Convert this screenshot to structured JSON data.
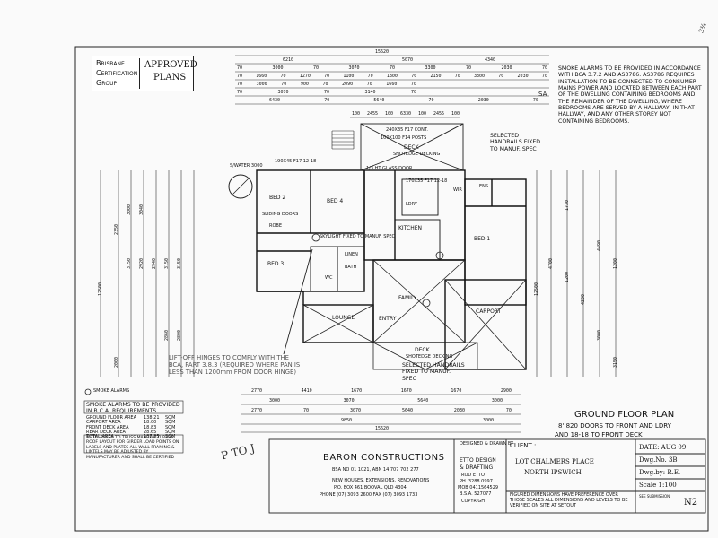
{
  "approval_stamp": {
    "brand_letters": [
      "B",
      "C",
      "G"
    ],
    "brand_words": [
      "RISBANE",
      "ERTIFICATION",
      "ROUP"
    ],
    "title_line1": "APPROVED",
    "title_line2": "PLANS"
  },
  "top_dimensions": {
    "overall": "15620",
    "row1": [
      "6210",
      "5070",
      "4340"
    ],
    "row2": [
      "70",
      "3000",
      "70",
      "3070",
      "70",
      "3300",
      "70",
      "2030",
      "70"
    ],
    "row3": [
      "70",
      "1660",
      "70",
      "1270",
      "70",
      "1100",
      "70",
      "1800",
      "70",
      "2150",
      "70",
      "3300",
      "70",
      "2030",
      "70"
    ],
    "row4": [
      "70",
      "3000",
      "70",
      "900",
      "70",
      "2090",
      "70",
      "1660",
      "70"
    ],
    "row5": [
      "70",
      "3070",
      "70",
      "3140",
      "70"
    ],
    "row6": [
      "6430",
      "70",
      "5640",
      "70",
      "2030",
      "70"
    ],
    "row7": [
      "100",
      "2455",
      "100",
      "6330",
      "100",
      "2455",
      "100"
    ]
  },
  "smoke_note": "SMOKE ALARMS TO BE PROVIDED IN ACCORDANCE WITH BCA 3.7.2 AND AS3786. AS3786 REQUIRES INSTALLATION TO BE CONNECTED TO CONSUMER MAINS POWER AND LOCATED BETWEEN EACH PART OF THE DWELLING CONTAINING BEDROOMS AND THE REMAINDER OF THE DWELLING, WHERE BEDROOMS ARE SERVED BY A HALLWAY, IN THAT HALLWAY, AND ANY OTHER STOREY NOT CONTAINING BEDROOMS.",
  "smoke_symbol": "SA",
  "plan_labels": {
    "deck_top": "DECK",
    "deck_top_sub": "SHOTEDGE DECKING",
    "posts_top": "240X35 F17 CONT.",
    "posts_top2": "100X100 F14 POSTS",
    "handrails_top": "SELECTED HANDRAILS FIXED TO MANUF. SPEC",
    "bed2": "BED 2",
    "bed4": "BED 4",
    "bed3": "BED 3",
    "bed1": "BED 1",
    "kitchen": "KITCHEN",
    "family": "FAMILY",
    "lounge": "LOUNGE",
    "entry": "ENTRY",
    "carport": "CARPORT",
    "deck_bottom": "DECK",
    "deck_bottom_sub": "SHOTEDGE DECKING",
    "handrails_bottom": "SELECTED HANDRAILS FIXED TO MANUF. SPEC",
    "wir": "WIR",
    "ens": "ENS",
    "wc": "WC",
    "bath": "BATH",
    "ldry": "LDRY",
    "linen": "LINEN",
    "robe": "ROBE",
    "sliding_robe": "SLIDING DOORS",
    "water_tank": "S/WATER 3000",
    "skylight": "SKYLIGHT FIXED TO MANUF. SPEC",
    "beam1": "190X45 F17 12-18",
    "beam2": "170X35 F17 12-18",
    "glass": "1/3 HT GLASS DOOR"
  },
  "lift_off_note": "LIFT-OFF HINGES TO COMPLY WITH THE BCA, PART 3.8.3 (REQUIRED WHERE PAN IS LESS THAN 1200mm FROM DOOR HINGE)",
  "left_dimensions": {
    "overall": "12500",
    "cols": [
      "2350",
      "3150",
      "2920",
      "2940",
      "3150",
      "3150"
    ],
    "col_b": [
      "2000",
      "3000",
      "3040",
      "2860",
      "2800"
    ]
  },
  "right_dimensions": {
    "cols": [
      "12500",
      "4700",
      "1200",
      "4200",
      "3000"
    ],
    "col_b": [
      "1730",
      "4490",
      "1200",
      "3150"
    ]
  },
  "bottom_dimensions": {
    "row1": [
      "2770",
      "4410",
      "1670",
      "1670",
      "1670",
      "2900"
    ],
    "row2": [
      "3000",
      "3070",
      "5640",
      "3000"
    ],
    "row3": [
      "2770",
      "70",
      "3070",
      "5640",
      "2030",
      "70"
    ],
    "row4": [
      "9850",
      "3000"
    ],
    "overall": "15620"
  },
  "smoke_legend": "SMOKE ALARMS",
  "area_table": {
    "header": "SMOKE ALARMS TO BE PROVIDED IN B.C.A. REQUIREMENTS",
    "rows": [
      {
        "label": "GROUND FLOOR AREA",
        "value": "138.21",
        "unit": "SQM"
      },
      {
        "label": "CARPORT AREA",
        "value": "18.00",
        "unit": "SQM"
      },
      {
        "label": "FRONT DECK AREA",
        "value": "18.83",
        "unit": "SQM"
      },
      {
        "label": "REAR DECK AREA",
        "value": "28.65",
        "unit": "SQM"
      },
      {
        "label": "TOTAL AREA",
        "value": "187.85",
        "unit": "SQM"
      }
    ],
    "note": "NOTE: REFER TO TRUSS MANUFACTURERS ROOF LAYOUT FOR GIRDER LOAD POINTS ON LABELS AND PLATES ALL WALL FRAMING & LINTELS MAY BE ADJUSTED BY MANUFACTURER AND SHALL BE CERTIFIED"
  },
  "plan_title": {
    "title": "GROUND FLOOR PLAN",
    "sub1": "8' 820 DOORS TO FRONT AND LDRY",
    "sub2": "AND 18-18 TO FRONT DECK"
  },
  "handwritten": "P TO J",
  "corner_mark": "3¾",
  "title_block": {
    "company": "BARON CONSTRUCTIONS",
    "bsa": "BSA NO 01 1021, ABN 14 707 702 277",
    "services": "NEW HOUSES, EXTENSIONS, RENOVATIONS",
    "po": "P.O. BOX 461 BOOVAL QLD 4304",
    "phone": "PHONE (07) 3093 2600  FAX (07) 3093 1733",
    "designed_by": "DESIGNED & DRAWN BY",
    "etto1": "ETTO DESIGN",
    "etto2": "& DRAFTING",
    "etto3": "ROD ETTO",
    "etto_ph": "PH. 3288 0997",
    "etto_mob": "MOB 0411564529",
    "etto_bsa": "B.S.A. 527077",
    "copyright": "COPYRIGHT",
    "client_label": "CLIENT :",
    "client_line1": "LOT   CHALMERS PLACE",
    "client_line2": "NORTH IPSWICH",
    "figured_note": "FIGURED DIMENSIONS HAVE PREFERENCE OVER THOSE SCALES ALL DIMENSIONS AND LEVELS TO BE VERIFIED ON SITE AT SETOUT",
    "date": "DATE: AUG 09",
    "dwg_no": "Dwg.No. 3B",
    "dwg_by": "Dwg.by: R.E.",
    "scale": "Scale 1:100",
    "rev": "N2",
    "stamp_text": "SEE SUBMISSION"
  }
}
